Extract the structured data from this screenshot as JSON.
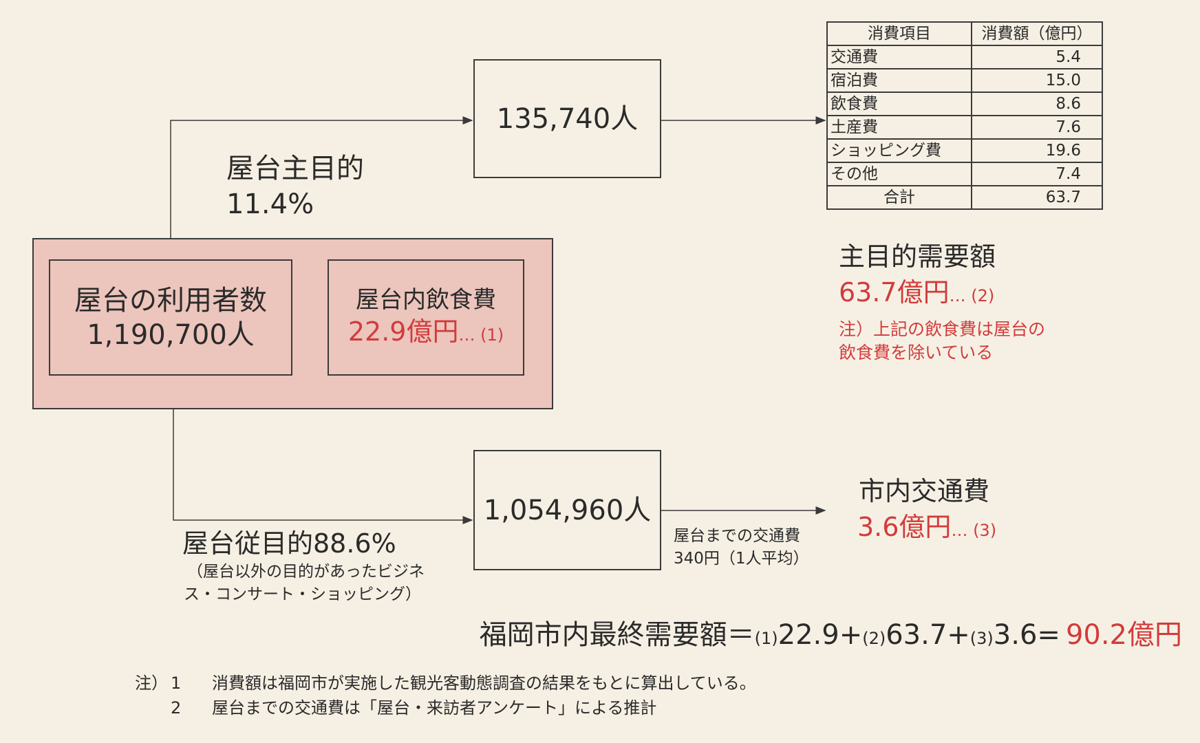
{
  "colors": {
    "background": "#f6f0e4",
    "highlight_fill": "#ecc5bd",
    "accent_red": "#d23b3b",
    "line": "#3a3a3a"
  },
  "users_box": {
    "label": "屋台の利用者数",
    "value": "1,190,700人"
  },
  "food_box": {
    "label": "屋台内飲食費",
    "value": "22.9億円",
    "ref": "… (1)"
  },
  "main_purpose": {
    "label": "屋台主目的",
    "percent": "11.4%",
    "count": "135,740人"
  },
  "sub_purpose": {
    "label": "屋台従目的88.6%",
    "note_line1": "（屋台以外の目的があったビジネ",
    "note_line2": "ス・コンサート・ショッピング）",
    "count": "1,054,960人"
  },
  "table": {
    "headers": [
      "消費項目",
      "消費額（億円）"
    ],
    "rows": [
      {
        "item": "交通費",
        "amount": "5.4"
      },
      {
        "item": "宿泊費",
        "amount": "15.0"
      },
      {
        "item": "飲食費",
        "amount": "8.6"
      },
      {
        "item": "土産費",
        "amount": "7.6"
      },
      {
        "item": "ショッピング費",
        "amount": "19.6"
      },
      {
        "item": "その他",
        "amount": "7.4"
      }
    ],
    "total": {
      "item": "合計",
      "amount": "63.7"
    }
  },
  "main_demand": {
    "label": "主目的需要額",
    "value": "63.7億円",
    "ref": "… (2)",
    "note_line1": "注）上記の飲食費は屋台の",
    "note_line2": "飲食費を除いている"
  },
  "transport": {
    "arrow_label1": "屋台までの交通費",
    "arrow_label2": "340円（1人平均）",
    "label": "市内交通費",
    "value": "3.6億円",
    "ref": "… (3)"
  },
  "formula": {
    "label": "福岡市内最終需要額＝",
    "r1": "(1)",
    "v1": "22.9+",
    "r2": "(2)",
    "v2": "63.7+",
    "r3": "(3)",
    "v3": "3.6=",
    "total": "90.2億円"
  },
  "footnotes": {
    "prefix": "注）",
    "items": [
      {
        "num": "1",
        "text": "消費額は福岡市が実施した観光客動態調査の結果をもとに算出している。"
      },
      {
        "num": "2",
        "text": "屋台までの交通費は「屋台・来訪者アンケート」による推計"
      }
    ]
  }
}
